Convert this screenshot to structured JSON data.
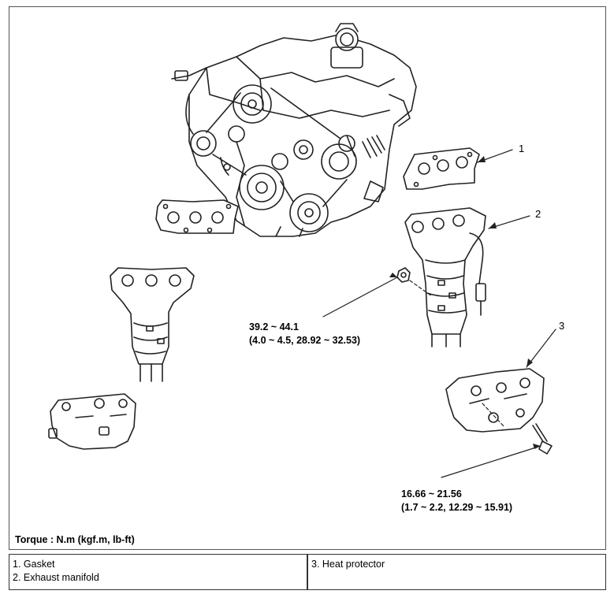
{
  "callouts": [
    {
      "number": "1"
    },
    {
      "number": "2"
    },
    {
      "number": "3"
    }
  ],
  "torque_specs": [
    {
      "line1": "39.2 ~ 44.1",
      "line2": "(4.0 ~ 4.5, 28.92 ~ 32.53)"
    },
    {
      "line1": "16.66 ~ 21.56",
      "line2": "(1.7 ~ 2.2, 12.29 ~ 15.91)"
    }
  ],
  "torque_title": "Torque : N.m (kgf.m, lb-ft)",
  "legend": {
    "left": [
      "1. Gasket",
      "2. Exhaust manifold"
    ],
    "right": [
      "3. Heat protector"
    ]
  }
}
